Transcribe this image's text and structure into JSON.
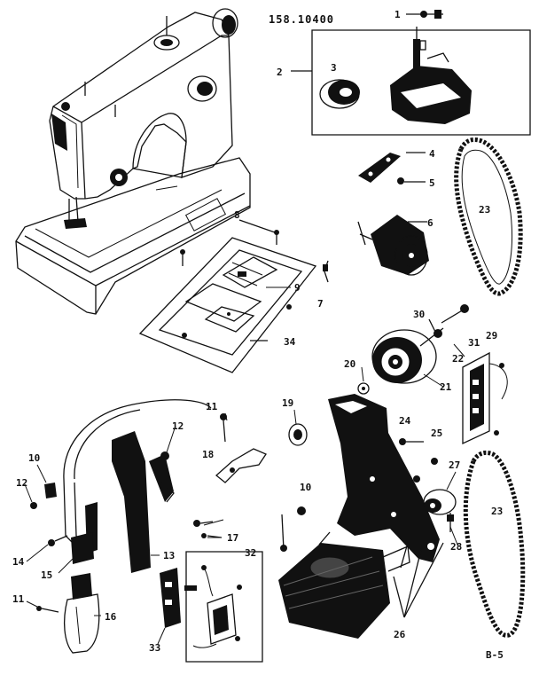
{
  "model_number": "158.10400",
  "page_ref": "B-5",
  "callouts": [
    "1",
    "2",
    "3",
    "4",
    "5",
    "6",
    "8",
    "9",
    "7",
    "34",
    "30",
    "31",
    "29",
    "22",
    "20",
    "21",
    "23",
    "19",
    "24",
    "25",
    "11",
    "12",
    "18",
    "10",
    "12",
    "27",
    "10",
    "17",
    "23",
    "28",
    "14",
    "15",
    "13",
    "32",
    "11",
    "16",
    "33",
    "26"
  ],
  "parts": [
    "sewing-machine",
    "accessory-kit",
    "belt-upper",
    "motor-pulley-assembly",
    "cover-plate",
    "bracket",
    "terminal-block",
    "belt-lower",
    "motor",
    "wiring",
    "switch-box",
    "light-bulb"
  ]
}
